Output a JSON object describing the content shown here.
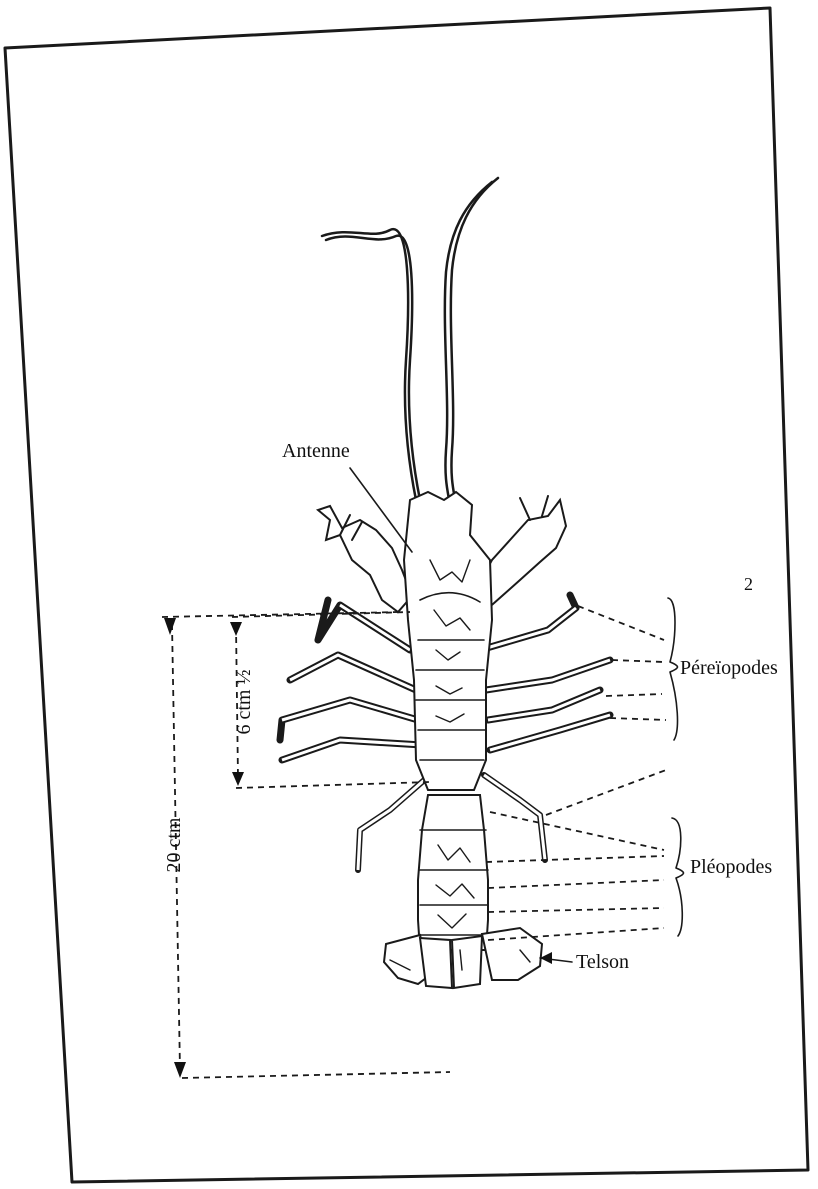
{
  "labels": {
    "antenne": "Antenne",
    "pereiopodes": "Péreïopodes",
    "pleopodes": "Pléopodes",
    "telson": "Telson",
    "total_length": "20 ctm",
    "cephalothorax_length": "6 ctm ½",
    "corner_mark": "2"
  },
  "colors": {
    "ink": "#1a1a1a",
    "paper": "#ffffff"
  }
}
